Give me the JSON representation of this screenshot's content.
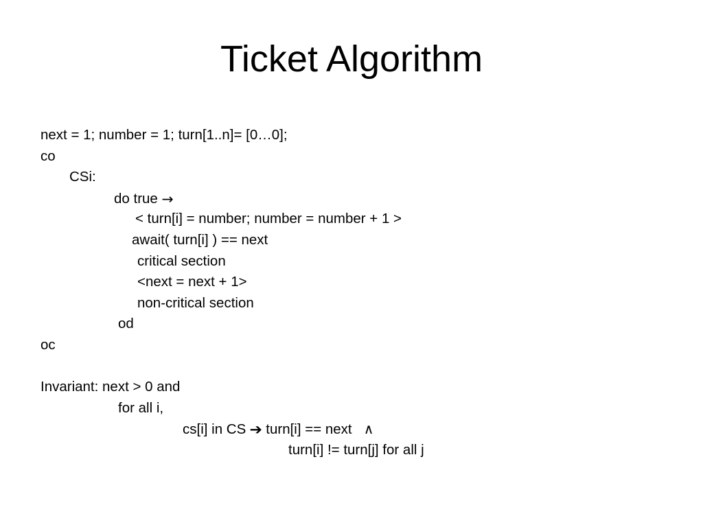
{
  "slide": {
    "title": "Ticket Algorithm",
    "background_color": "#ffffff",
    "text_color": "#000000"
  },
  "body": {
    "lines": [
      {
        "indent": 0,
        "text": "next = 1; number = 1; turn[1..n]= [0…0];"
      },
      {
        "indent": 0,
        "text": "co"
      },
      {
        "indent": 42,
        "text": "CSi:"
      },
      {
        "indent": 107,
        "text": "do true ",
        "arrow": "thin",
        "after": ""
      },
      {
        "indent": 138,
        "text": "< turn[i] = number; number = number + 1 >"
      },
      {
        "indent": 133,
        "text": "await( turn[i] ) == next"
      },
      {
        "indent": 141,
        "text": "critical section"
      },
      {
        "indent": 141,
        "text": "<next = next + 1>"
      },
      {
        "indent": 141,
        "text": "non-critical section"
      },
      {
        "indent": 113,
        "text": "od"
      },
      {
        "indent": 0,
        "text": "oc"
      },
      {
        "indent": 0,
        "text": ""
      },
      {
        "indent": 0,
        "text": "Invariant: next > 0 and"
      },
      {
        "indent": 113,
        "text": "for all i,"
      },
      {
        "indent": 207,
        "text": "cs[i] in CS ",
        "arrow": "bold",
        "after": " turn[i] == next   ",
        "wedge": "∧"
      },
      {
        "indent": 361,
        "text": "turn[i] != turn[j] for all j"
      }
    ]
  },
  "glyphs": {
    "arrow_thin": "→",
    "arrow_bold": "➔",
    "logical_and": "∧"
  }
}
